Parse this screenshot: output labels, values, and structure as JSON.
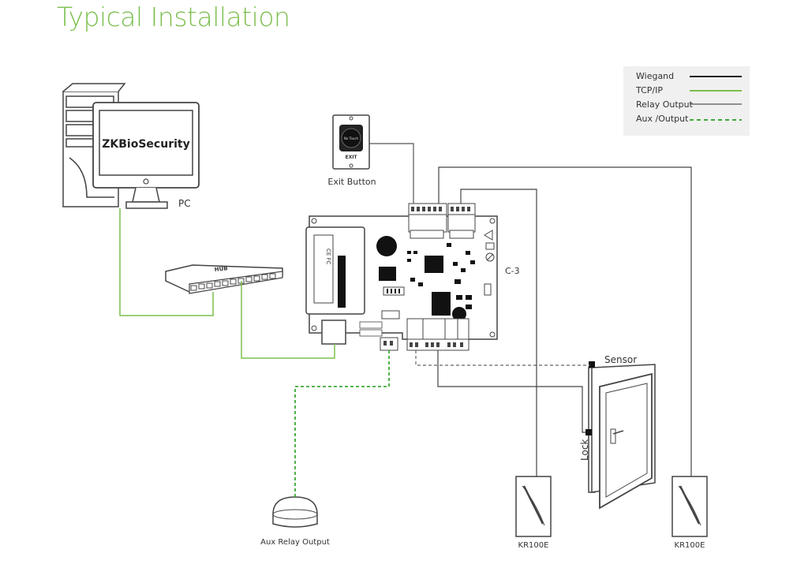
{
  "title": "Typical Installation",
  "legend": {
    "items": [
      {
        "label": "Wiegand",
        "color": "#222222",
        "style": "solid"
      },
      {
        "label": "TCP/IP",
        "color": "#7cbf4f",
        "style": "solid"
      },
      {
        "label": "Relay Output",
        "color": "#555555",
        "style": "solid"
      },
      {
        "label": "Aux /Output",
        "color": "#3daa35",
        "style": "dashed"
      }
    ]
  },
  "labels": {
    "pc": "PC",
    "software": "ZKBioSecurity",
    "hub": "HUB",
    "exit_button": "Exit Button",
    "exit_text": "EXIT",
    "no_touch": "No Touch",
    "controller": "C-3",
    "sensor": "Sensor",
    "lock": "Lock",
    "aux_relay": "Aux Relay Output",
    "reader_left": "KR100E",
    "reader_right": "KR100E"
  },
  "colors": {
    "title": "#7cbf4f",
    "tcpip": "#7cbf4f",
    "aux": "#3daa35",
    "wiegand": "#222222",
    "relay": "#555555"
  }
}
